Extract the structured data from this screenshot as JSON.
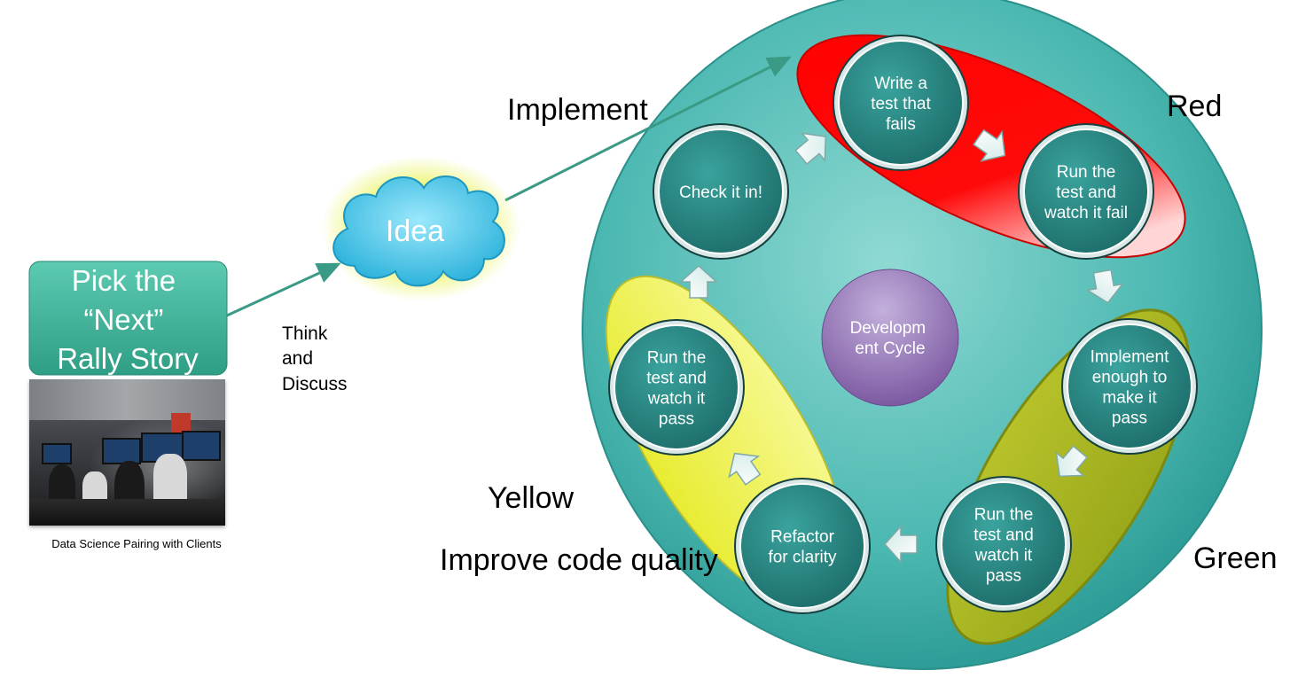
{
  "story_box": {
    "lines": [
      "Pick the",
      "“Next”",
      "Rally Story"
    ]
  },
  "photo_caption": "Data Science Pairing with Clients",
  "think_discuss": {
    "lines": [
      "Think",
      "and",
      "Discuss"
    ]
  },
  "idea": "Idea",
  "implement_label": "Implement",
  "cycle": {
    "center": {
      "lines": [
        "Developm",
        "ent Cycle"
      ]
    },
    "steps": [
      {
        "id": "write-test",
        "lines": [
          "Write a",
          "test that",
          "fails"
        ]
      },
      {
        "id": "run-test-fail",
        "lines": [
          "Run the",
          "test and",
          "watch it fail"
        ]
      },
      {
        "id": "implement-enough",
        "lines": [
          "Implement",
          "enough to",
          "make it",
          "pass"
        ]
      },
      {
        "id": "run-test-pass-green",
        "lines": [
          "Run the",
          "test and",
          "watch it",
          "pass"
        ]
      },
      {
        "id": "refactor",
        "lines": [
          "Refactor",
          "for clarity"
        ]
      },
      {
        "id": "run-test-pass-yellow",
        "lines": [
          "Run the",
          "test and",
          "watch it",
          "pass"
        ]
      },
      {
        "id": "check-in",
        "lines": [
          "Check it in!"
        ]
      }
    ]
  },
  "phase_labels": {
    "red": "Red",
    "green": "Green",
    "yellow": "Yellow",
    "yellow_sub": "Improve code quality"
  },
  "colors": {
    "teal_circle": "#46b3ad",
    "step_circle": "#2e8a86",
    "red_zone": "#ff0000",
    "green_zone": "#a8b81f",
    "yellow_zone": "#eef244",
    "center_circle": "#8e6bb0",
    "story_box": "#3cb59a",
    "cloud": "#4fc8e8",
    "arrow": "#3a9a86"
  }
}
